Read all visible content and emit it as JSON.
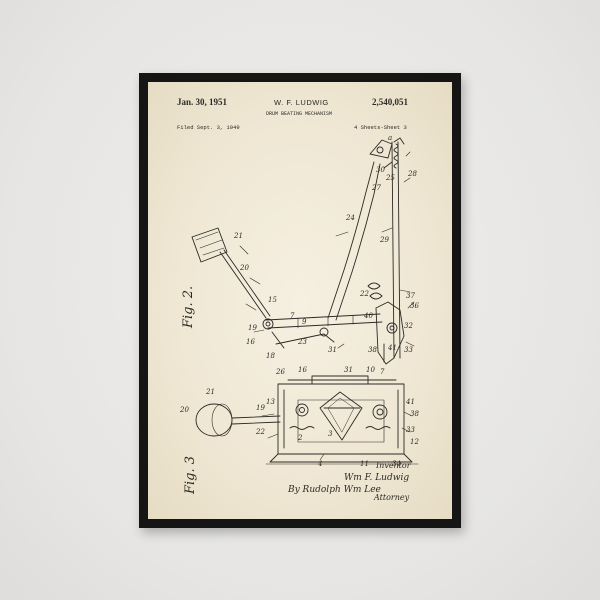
{
  "poster": {
    "date": "Jan. 30, 1951",
    "inventor": "W. F. LUDWIG",
    "patent_number": "2,540,051",
    "subtitle": "DRUM BEATING MECHANISM",
    "filed": "Filed Sept. 3, 1949",
    "sheets": "4 Sheets-Sheet 3"
  },
  "figures": {
    "fig2_label": "Fig. 2.",
    "fig3_label": "Fig. 3"
  },
  "signature": {
    "inventor_label": "Inventor",
    "inventor_name": "Wm F. Ludwig",
    "by_line": "By Rudolph Wm Lee",
    "attorney_label": "Attorney"
  },
  "colors": {
    "wall": "#e9e8e6",
    "frame": "#151515",
    "paper": "#f3ecdc",
    "ink": "#2c2a26"
  }
}
